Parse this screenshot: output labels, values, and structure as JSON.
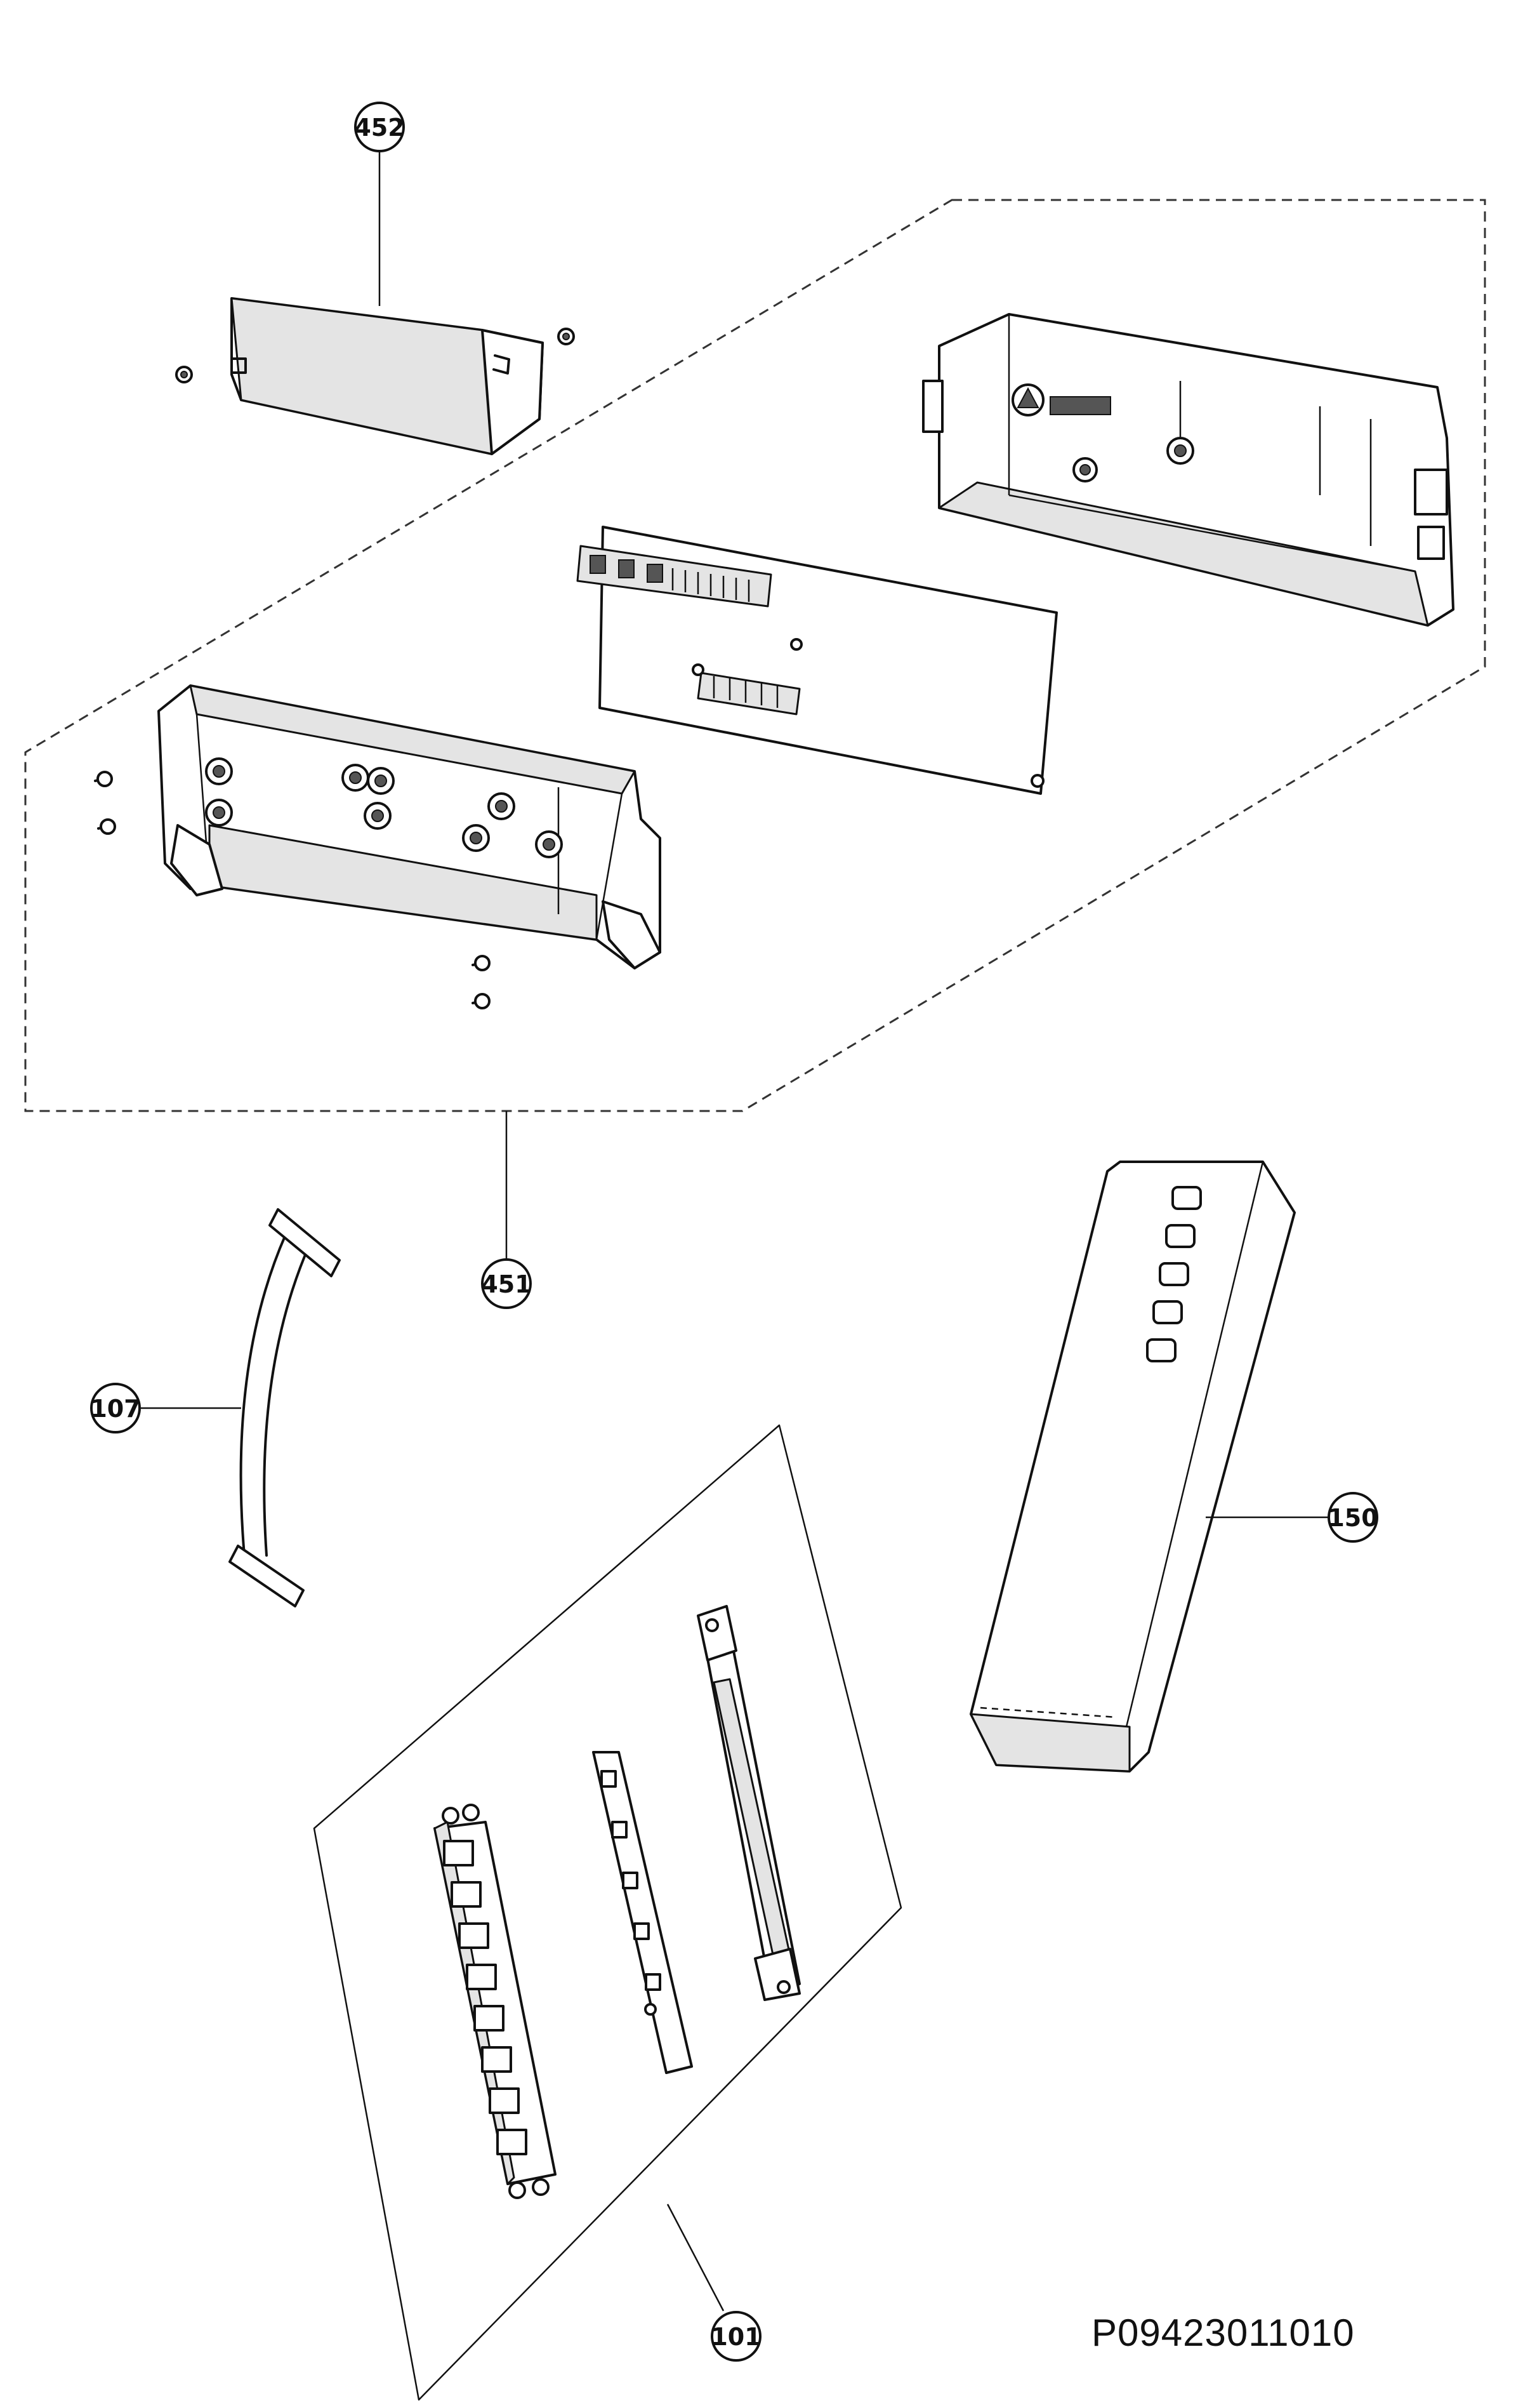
{
  "callouts": {
    "p452": "452",
    "p451": "451",
    "p107": "107",
    "p150": "150",
    "p101": "101"
  },
  "drawing_number": "P09423011010",
  "colors": {
    "line": "#111111",
    "background": "#ffffff",
    "shade": "#e4e4e4"
  }
}
